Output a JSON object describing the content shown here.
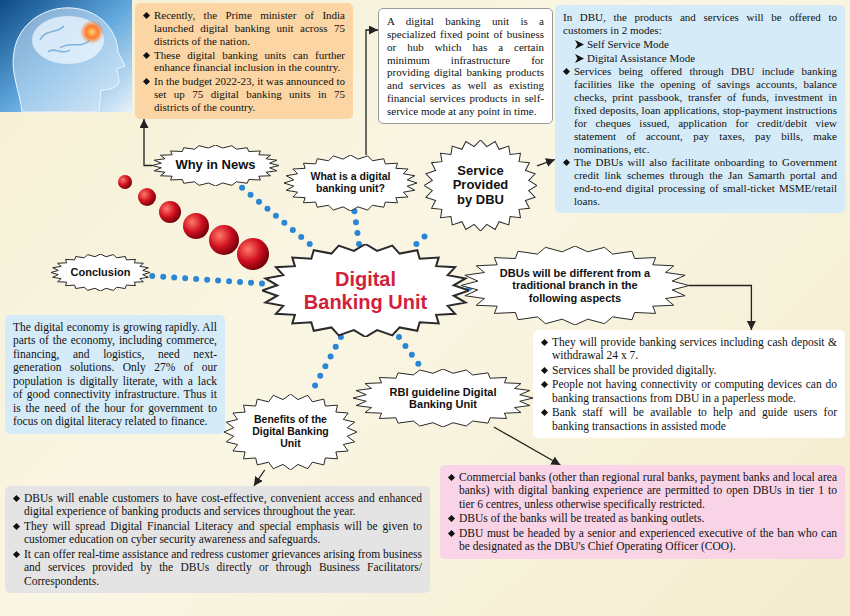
{
  "diagram": {
    "nodes": [
      {
        "text": [
          "Recently, the Prime minister of India launched digital banking unit across 75 districts of the nation.",
          "These digital banking units can further enhance financial inclusion in the country.",
          "In the budget 2022-23, it was announced to set up 75 digital banking units in 75 districts of the country."
        ]
      },
      {
        "text": [
          "Why in News"
        ]
      },
      {
        "text": [
          "What is a digital banking unit?"
        ]
      },
      {
        "text": [
          "A digital banking unit is a specialized fixed point of business or hub which has a certain minimum infrastructure for providing digital banking products and services as well as existing financial services products in self-service mode at any point in time."
        ]
      },
      {
        "text": [
          "In DBU, the products and services will be offered to customers in 2 modes:",
          "Self Service Mode",
          "Digital Assistance Mode",
          "Services being offered through DBU include banking facilities like the opening of savings accounts, balance checks, print passbook, transfer of funds, investment in fixed deposits, loan applications, stop-payment instructions for cheques issued, application for credit/debit view statement of account, pay taxes, pay bills, make nominations, etc.",
          "The DBUs will also facilitate onboarding to Government credit link schemes through the Jan Samarth portal and end-to-end digital processing of small-ticket MSME/retail loans."
        ]
      },
      {
        "text": [
          "Service Provided by DBU"
        ]
      },
      {
        "text": [
          "Digital Banking Unit"
        ]
      },
      {
        "text": [
          "Conclusion"
        ]
      },
      {
        "text": [
          "DBUs will be different from a traditional branch in the following aspects"
        ]
      },
      {
        "text": [
          "The digital economy is growing rapidly. All parts of the economy, including commerce, financing, and logistics, need next-generation solutions. Only 27% of our population is digitally literate, with a lack of good connectivity infrastructure. Thus it is the need of the hour for government to focus on digital literacy related to finance."
        ]
      },
      {
        "text": [
          "They will provide banking services including cash deposit & withdrawal 24 x 7.",
          "Services shall be provided digitally.",
          "People not having connectivity or computing devices can do banking transactions from DBU in a paperless mode.",
          "Bank staff will be available to help and guide users for banking transactions in assisted mode"
        ]
      },
      {
        "text": [
          "RBI guideline Digital Banking Unit"
        ]
      },
      {
        "text": [
          "Benefits of the Digital Banking Unit"
        ]
      },
      {
        "text": [
          "Commercial banks (other than regional rural banks, payment banks and local area banks) with digital banking experience are permitted to open DBUs in tier 1 to tier 6 centres, unless otherwise specifically restricted.",
          "DBUs of the banks will be treated as banking outlets.",
          "DBU must be headed by a senior and experienced executive of the ban who can be designated as the DBU's Chief Operating Officer (COO)."
        ]
      },
      {
        "text": [
          "DBUs will enable customers to have cost-effective, convenient access and enhanced digital experience of banking products and services throughout the year.",
          "They will spread Digital Financial Literacy and special emphasis will be given to customer education on cyber security awareness and safeguards.",
          "It can offer real-time assistance and redress customer grievances arising from business and services provided by the DBUs directly or through Business Facilitators/ Correspondents."
        ]
      }
    ],
    "edges": [
      {
        "from": 1,
        "to": 0,
        "arrow": "to"
      },
      {
        "from": 2,
        "to": 3,
        "arrow": "to"
      },
      {
        "from": 5,
        "to": 4,
        "arrow": "to"
      },
      {
        "from": 8,
        "to": 10,
        "arrow": "to"
      },
      {
        "from": 11,
        "to": 13,
        "arrow": "to"
      },
      {
        "from": 12,
        "to": 14,
        "arrow": "to"
      },
      {
        "from": 6,
        "to": 1,
        "arrow": "none"
      },
      {
        "from": 6,
        "to": 2,
        "arrow": "none"
      },
      {
        "from": 6,
        "to": 5,
        "arrow": "none"
      },
      {
        "from": 6,
        "to": 7,
        "arrow": "none"
      },
      {
        "from": 6,
        "to": 8,
        "arrow": "none"
      },
      {
        "from": 6,
        "to": 11,
        "arrow": "none"
      },
      {
        "from": 6,
        "to": 12,
        "arrow": "none"
      }
    ]
  }
}
